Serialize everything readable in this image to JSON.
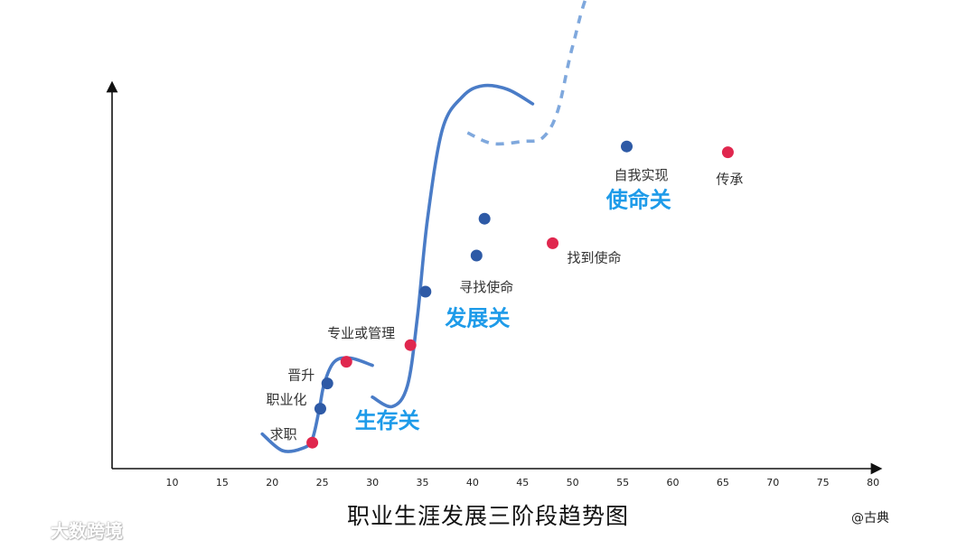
{
  "chart_data": {
    "type": "line",
    "title": "职业生涯发展三阶段趋势图",
    "xlabel": "",
    "ylabel": "",
    "x_ticks": [
      10,
      15,
      20,
      25,
      30,
      35,
      40,
      45,
      50,
      55,
      60,
      65,
      70,
      75,
      80
    ],
    "xlim": [
      4,
      80
    ],
    "grid": false,
    "legend": "none",
    "series": [
      {
        "style": "solid",
        "color": "#4a7cc7",
        "x": [
          19,
          21,
          23,
          24,
          24.7,
          25.2,
          26.2,
          27.8,
          30
        ],
        "y": [
          4.8,
          2.5,
          2.8,
          4.1,
          8.3,
          11.8,
          14.8,
          15.3,
          14.3
        ]
      },
      {
        "style": "solid",
        "color": "#4a7cc7",
        "x": [
          30,
          32,
          33.5,
          34.5,
          35.5,
          37,
          39,
          41,
          43.5,
          46
        ],
        "y": [
          9.9,
          8.6,
          11.5,
          21.0,
          34.5,
          47.0,
          51.5,
          53.0,
          52.5,
          50.5
        ]
      },
      {
        "style": "dashed",
        "color": "#7fa8dd",
        "x": [
          39.5,
          42,
          45,
          47,
          48.5,
          50,
          52,
          56,
          60,
          65,
          68
        ],
        "y": [
          46.5,
          45.0,
          45.3,
          45.8,
          49.5,
          58.5,
          67.0,
          71.2,
          71.4,
          70.3,
          68.5
        ]
      }
    ],
    "points": [
      {
        "label": "求职",
        "x": 24.0,
        "y": 3.6,
        "color": "#e0274e"
      },
      {
        "label": "职业化",
        "x": 24.8,
        "y": 8.3,
        "color": "#2e5aa6"
      },
      {
        "label": "晋升",
        "x": 25.5,
        "y": 11.8,
        "color": "#2e5aa6"
      },
      {
        "label": "",
        "x": 27.4,
        "y": 14.8,
        "color": "#e0274e"
      },
      {
        "label": "专业或管理",
        "x": 33.8,
        "y": 17.1,
        "color": "#e0274e"
      },
      {
        "label": "",
        "x": 35.3,
        "y": 24.5,
        "color": "#2e5aa6"
      },
      {
        "label": "",
        "x": 41.2,
        "y": 34.6,
        "color": "#2e5aa6"
      },
      {
        "label": "寻找使命",
        "x": 40.4,
        "y": 29.5,
        "color": "#2e5aa6"
      },
      {
        "label": "找到使命",
        "x": 48.0,
        "y": 31.2,
        "color": "#e0274e"
      },
      {
        "label": "自我实现",
        "x": 55.4,
        "y": 44.6,
        "color": "#2e5aa6"
      },
      {
        "label": "传承",
        "x": 65.5,
        "y": 43.8,
        "color": "#e0274e"
      }
    ],
    "annotations": [
      {
        "text": "生存关",
        "x": 31.5,
        "y": 5.6
      },
      {
        "text": "发展关",
        "x": 40.5,
        "y": 19.8
      },
      {
        "text": "使命关",
        "x": 56.6,
        "y": 36.2
      }
    ]
  },
  "author": "@古典",
  "watermark": {
    "text": "大数跨境"
  }
}
